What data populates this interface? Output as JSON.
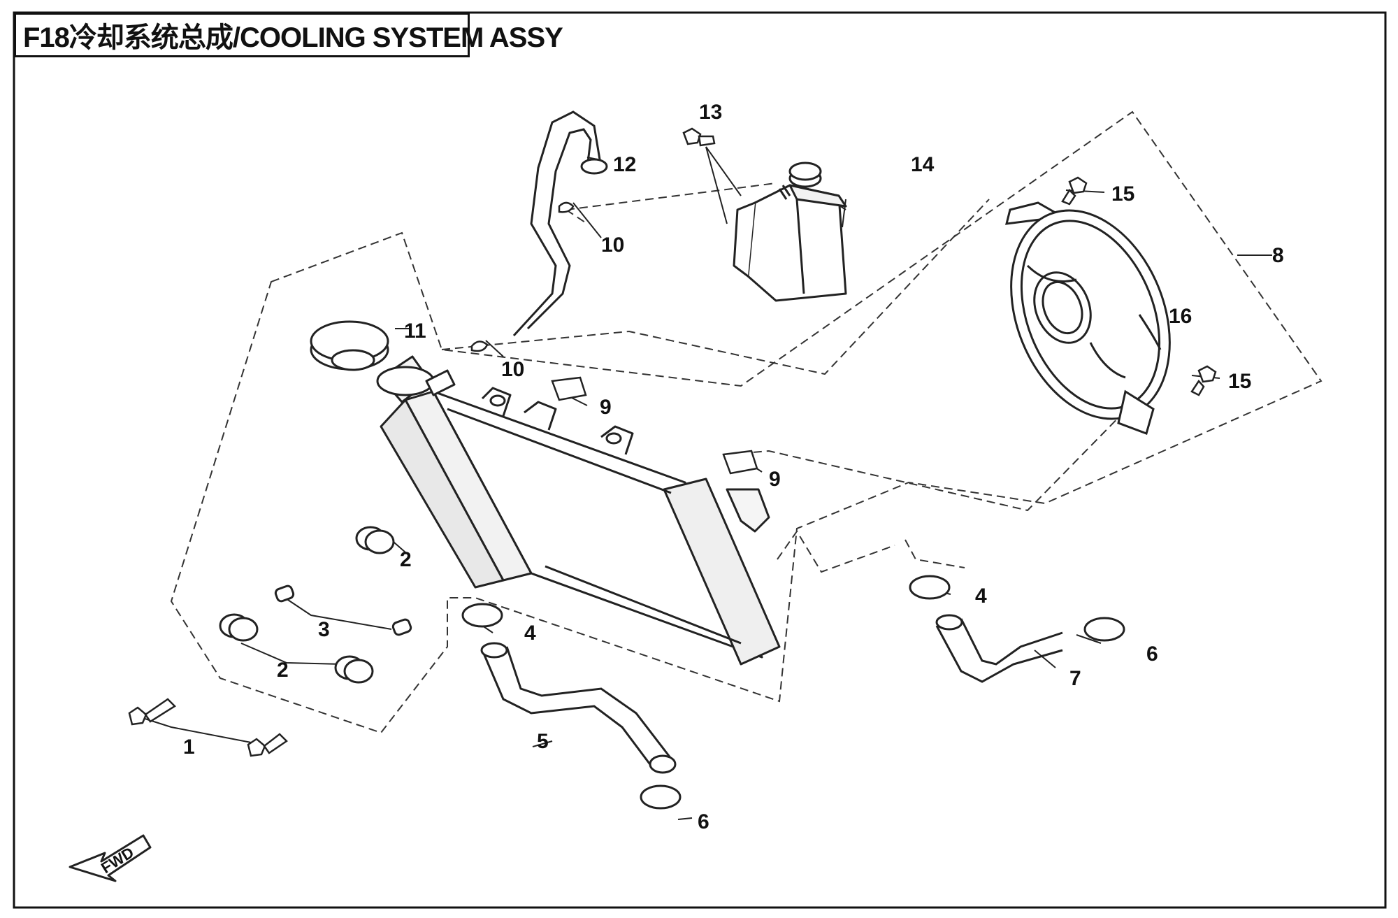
{
  "title": "F18冷却系统总成/COOLING SYSTEM ASSY",
  "direction_label": "FWD",
  "callouts": [
    {
      "id": "c1",
      "label": "1"
    },
    {
      "id": "c2a",
      "label": "2"
    },
    {
      "id": "c2b",
      "label": "2"
    },
    {
      "id": "c3",
      "label": "3"
    },
    {
      "id": "c4a",
      "label": "4"
    },
    {
      "id": "c4b",
      "label": "4"
    },
    {
      "id": "c5",
      "label": "5"
    },
    {
      "id": "c6a",
      "label": "6"
    },
    {
      "id": "c6b",
      "label": "6"
    },
    {
      "id": "c7",
      "label": "7"
    },
    {
      "id": "c8",
      "label": "8"
    },
    {
      "id": "c9a",
      "label": "9"
    },
    {
      "id": "c9b",
      "label": "9"
    },
    {
      "id": "c10a",
      "label": "10"
    },
    {
      "id": "c10b",
      "label": "10"
    },
    {
      "id": "c11",
      "label": "11"
    },
    {
      "id": "c12",
      "label": "12"
    },
    {
      "id": "c13",
      "label": "13"
    },
    {
      "id": "c14",
      "label": "14"
    },
    {
      "id": "c15a",
      "label": "15"
    },
    {
      "id": "c15b",
      "label": "15"
    },
    {
      "id": "c16",
      "label": "16"
    }
  ]
}
